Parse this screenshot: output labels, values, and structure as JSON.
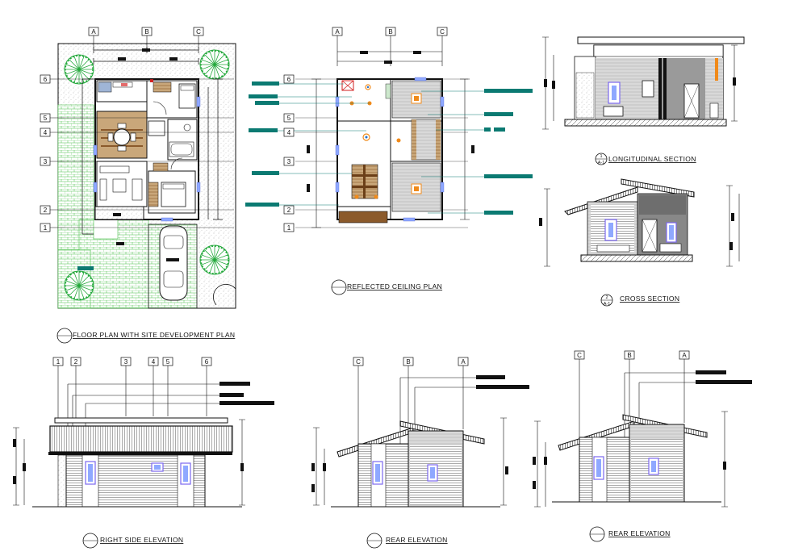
{
  "titles": {
    "floor_plan": "FLOOR PLAN WITH SITE DEVELOPMENT PLAN",
    "ceiling_plan": "REFLECTED CEILING PLAN",
    "longitudinal": "LONGITUDINAL SECTION",
    "cross": "CROSS SECTION",
    "right_elev": "RIGHT SIDE ELEVATION",
    "rear_elev_1": "REAR ELEVATION",
    "rear_elev_2": "REAR ELEVATION"
  },
  "section_refs": {
    "longitudinal": {
      "num": "1",
      "sheet": "A-1"
    },
    "cross": {
      "num": "2",
      "sheet": "A-1"
    }
  },
  "grid_labels": {
    "cols": [
      "A",
      "B",
      "C"
    ],
    "rows": [
      "6",
      "5",
      "4",
      "3",
      "2",
      "1"
    ],
    "right_elev": [
      "1",
      "2",
      "3",
      "4",
      "5",
      "6"
    ],
    "rear_elev": [
      "C",
      "B",
      "A"
    ]
  },
  "colors": {
    "line": "#111111",
    "tree": "#22a83a",
    "lawn": "#4bbf4b",
    "tag": "#0b7a72",
    "wood": "#8b5a2b",
    "light": "#f08a1a",
    "glass": "#7b68ee",
    "red": "#d21f1f"
  }
}
